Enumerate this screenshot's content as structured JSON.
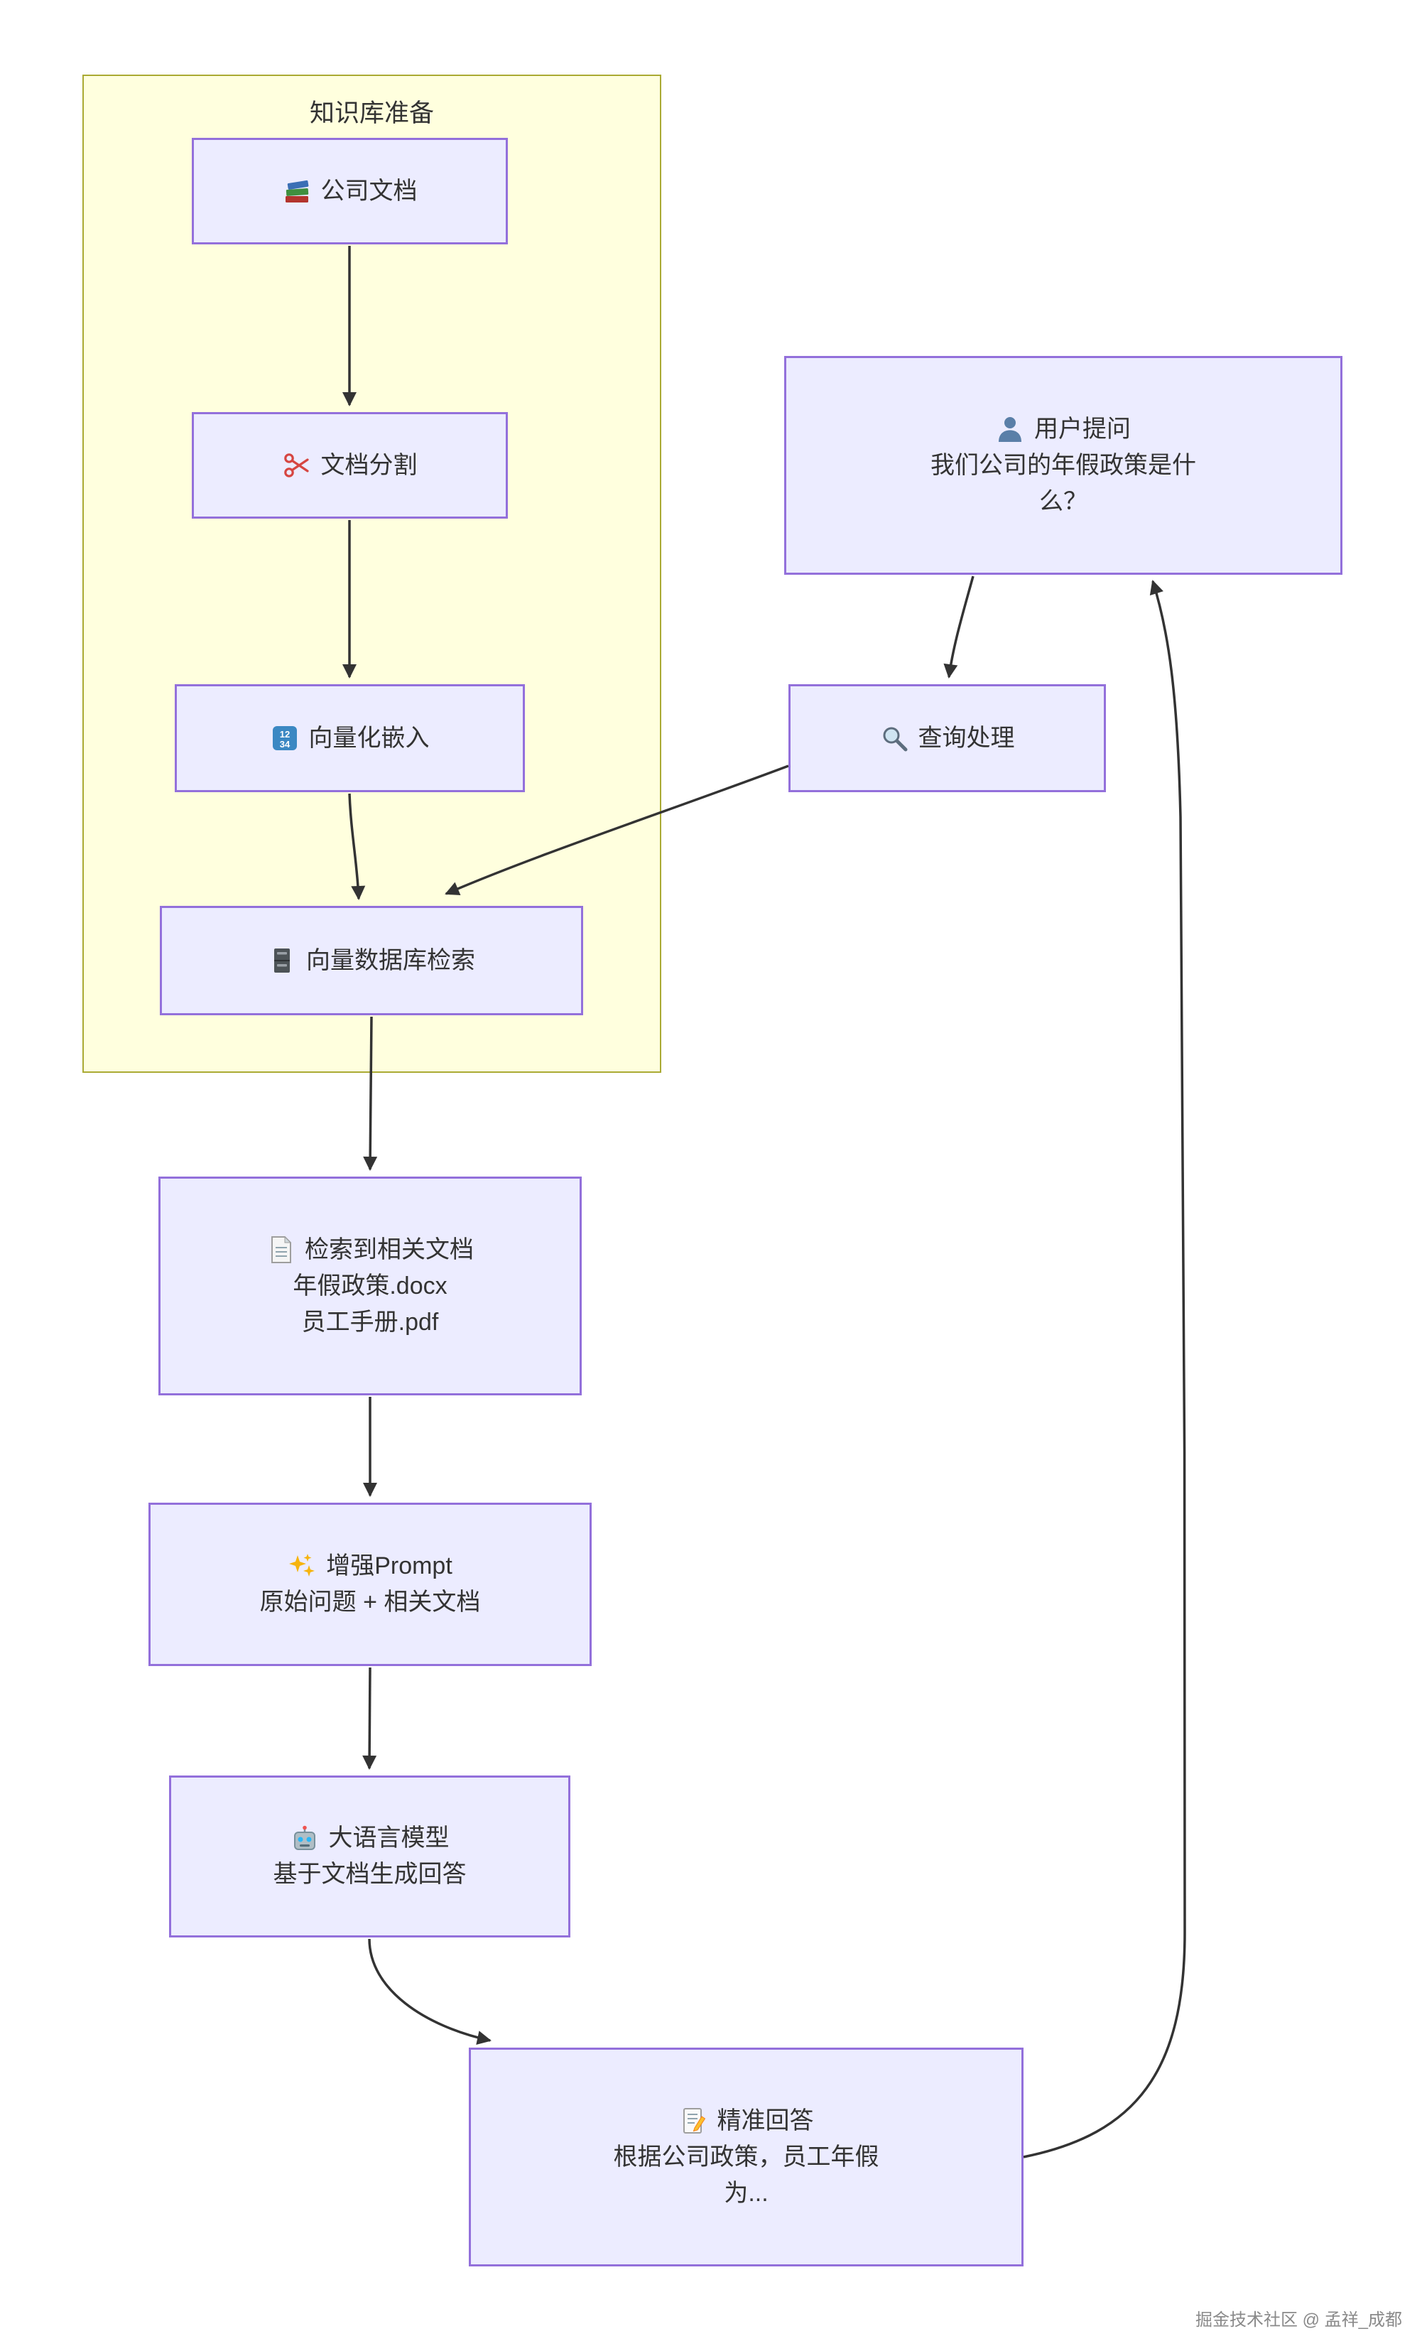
{
  "diagram": {
    "subgraph_title": "知识库准备",
    "watermark": "掘金技术社区 @ 孟祥_成都"
  },
  "nodes": {
    "company_docs": {
      "icon": "books-icon",
      "title": "公司文档"
    },
    "doc_split": {
      "icon": "scissors-icon",
      "title": "文档分割"
    },
    "vector_embed": {
      "icon": "input-numbers-icon",
      "title": "向量化嵌入"
    },
    "vector_db": {
      "icon": "file-cabinet-icon",
      "title": "向量数据库检索"
    },
    "user_question": {
      "icon": "user-icon",
      "title": "用户提问",
      "body": "我们公司的年假政策是什么？"
    },
    "query_processing": {
      "icon": "magnifier-icon",
      "title": "查询处理"
    },
    "retrieved_docs": {
      "icon": "page-icon",
      "title": "检索到相关文档",
      "body_lines": [
        "年假政策.docx",
        "员工手册.pdf"
      ]
    },
    "enhanced_prompt": {
      "icon": "sparkles-icon",
      "title": "增强Prompt",
      "body": "原始问题 + 相关文档"
    },
    "llm": {
      "icon": "robot-icon",
      "title": "大语言模型",
      "body": "基于文档生成回答"
    },
    "answer": {
      "icon": "memo-icon",
      "title": "精准回答",
      "body": "根据公司政策，员工年假为..."
    }
  },
  "colors": {
    "node_fill": "#ECECFF",
    "node_border": "#9370DB",
    "subgraph_fill": "#FFFFDE",
    "subgraph_border": "#AAAA33",
    "arrow": "#333333",
    "text": "#333333"
  }
}
